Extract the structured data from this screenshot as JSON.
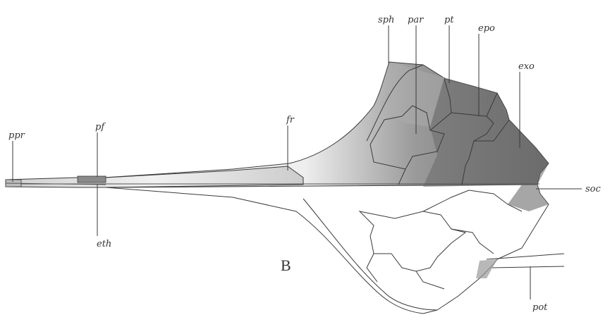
{
  "figure": {
    "panel_letter": "B",
    "labels": {
      "sph": "sph",
      "par": "par",
      "pt": "pt",
      "epo": "epo",
      "exo": "exo",
      "ppr": "ppr",
      "pf": "pf",
      "fr": "fr",
      "soc": "soc",
      "eth": "eth",
      "pot": "pot"
    }
  }
}
